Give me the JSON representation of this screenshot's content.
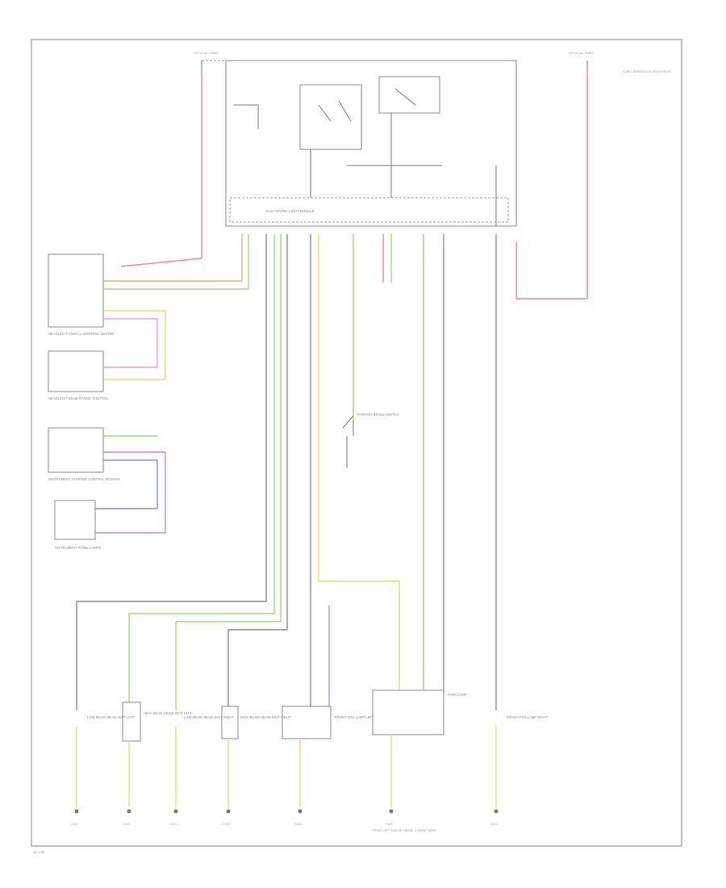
{
  "header": {
    "power_left_label": "HOT AT ALL TIMES",
    "power_right_label": "HOT AT ALL TIMES",
    "fuse_right_note": "FUSE CARRIER SEAT FRONT RIGHT",
    "module_label": "ELECTRONIC LIGHT MODULE"
  },
  "components": {
    "headlight_switch": "HEADLIGHT SWITCH CONTROL CENTER",
    "headlight_range": "HEADLIGHT BEAM RANGE CONTROL",
    "instrument_cluster": "INSTRUMENT CLUSTER CONTROL MODULE",
    "instrument_lamps": "INSTRUMENT PANEL LAMPS",
    "low_beam_left": "LOW BEAM HEADLIGHT LEFT",
    "high_beam_left": "HIGH BEAM HEADLIGHT LEFT",
    "low_beam_right": "LOW BEAM HEADLIGHT RIGHT",
    "high_beam_right": "HIGH BEAM HEADLIGHT RIGHT",
    "fog_lamp_left": "FRONT FOG LAMP LEFT",
    "fog_lamp_right": "FRONT FOG LAMP RIGHT",
    "parking_brake": "PARKING BRAKE SWITCH",
    "park_lamp": "PARK LAMP",
    "ground_note": "FRONT LEFT SIDE OF ENGINE COMPARTMENT"
  },
  "grounds": [
    "G101",
    "G101",
    "G101",
    "G100",
    "G105",
    "G102",
    "G100"
  ],
  "footer": {
    "page_code": "WD-0085"
  },
  "wire_colors": {
    "red_pink": "#f08a8a",
    "green": "#9fdc7a",
    "yellow": "#e8dc7a",
    "violet": "#c48ae0",
    "blue": "#8a8ae8",
    "tan": "#c8b48a",
    "gray": "#8a8a8a"
  }
}
